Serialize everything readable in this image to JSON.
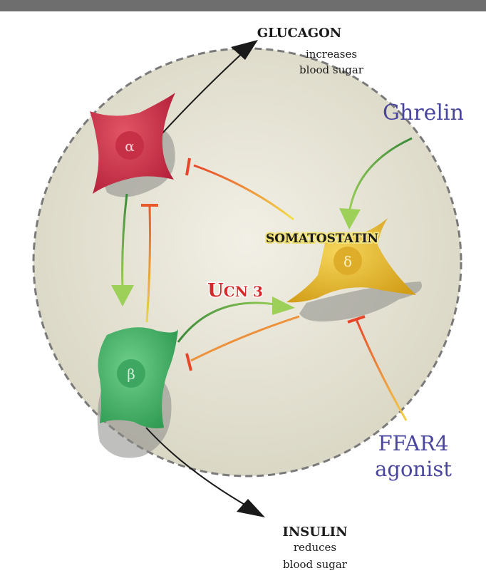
{
  "hormones": {
    "glucagon": {
      "name": "GLUCAGON",
      "line1": "increases",
      "line2": "blood sugar"
    },
    "insulin": {
      "name": "INSULIN",
      "line1": "reduces",
      "line2": "blood sugar"
    },
    "somatostatin": {
      "name": "SOMATOSTATIN"
    }
  },
  "cells": {
    "alpha": {
      "symbol": "α",
      "color": "#d63a4a"
    },
    "beta": {
      "symbol": "β",
      "color": "#4cb26a"
    },
    "delta": {
      "symbol": "δ",
      "color": "#e8b830"
    }
  },
  "regulators": {
    "ghrelin": "Ghrelin",
    "ucn3_prefix": "U",
    "ucn3_rest": "CN 3",
    "ffar4_line1": "FFAR4",
    "ffar4_line2": "agonist"
  },
  "colors": {
    "regulator_text": "#4a46a0",
    "ucn3_text": "#d42a2a",
    "stimulatory": "#6ab84a",
    "inhibitory": "#e8902a"
  }
}
